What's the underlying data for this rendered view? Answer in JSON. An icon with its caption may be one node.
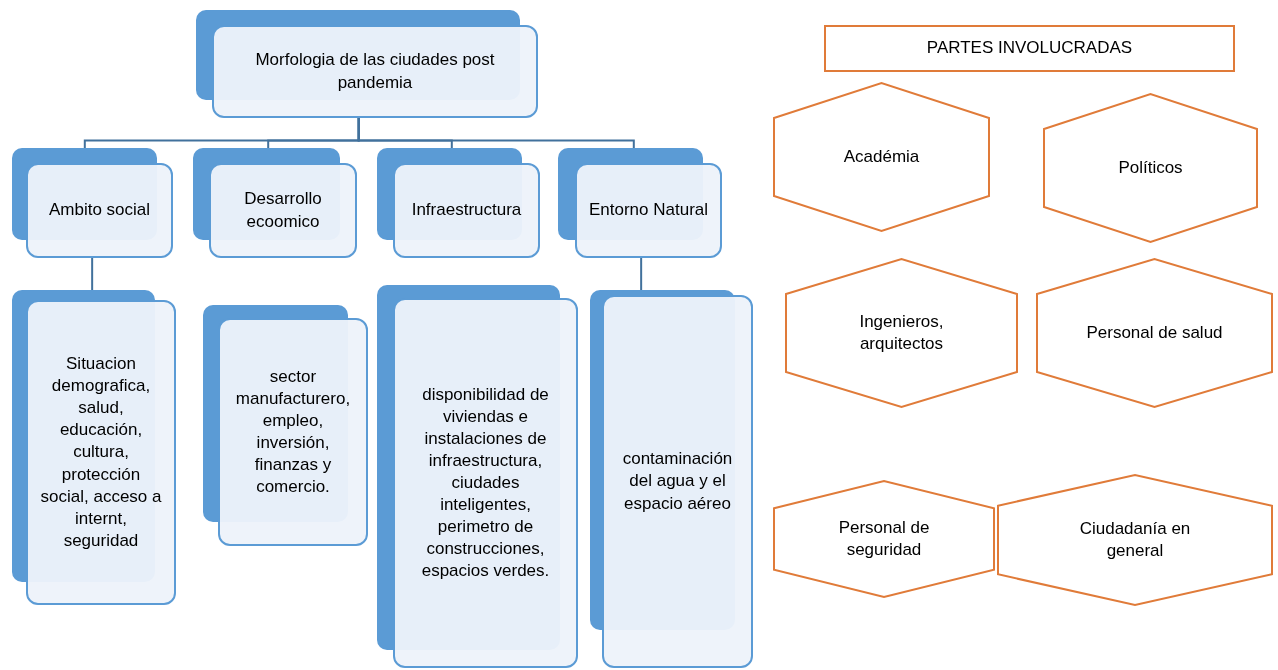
{
  "diagram": {
    "nodes": [
      {
        "text": [
          "Morfologia de las ciudades post pandemia"
        ]
      },
      {
        "text": [
          "Ambito social"
        ]
      },
      {
        "text": [
          "Desarrollo ecoomico"
        ]
      },
      {
        "text": [
          "Infraestructura"
        ]
      },
      {
        "text": [
          "Entorno Natural"
        ]
      },
      {
        "text": [
          "Situacion demografica, salud, educación, cultura, protección social, acceso a internt, seguridad"
        ]
      },
      {
        "text": [
          "sector manufacturero, empleo, inversión, finanzas y comercio."
        ]
      },
      {
        "text": [
          "disponibilidad de viviendas e instalaciones de infraestructura, ciudades inteligentes, perimetro de construcciones, espacios verdes."
        ]
      },
      {
        "text": [
          "contaminación del agua y el espacio aéreo"
        ]
      },
      {
        "text": [
          "PARTES INVOLUCRADAS"
        ]
      },
      {
        "text": [
          "Académia"
        ]
      },
      {
        "text": [
          "Políticos"
        ]
      },
      {
        "text": [
          "Ingenieros, arquitectos"
        ]
      },
      {
        "text": [
          "Personal de salud"
        ]
      },
      {
        "text": [
          "Personal de seguridad"
        ]
      },
      {
        "text": [
          "Ciudadanía en general"
        ]
      }
    ],
    "edges": [
      {
        "from": 0,
        "to": 1,
        "arrow": "none"
      },
      {
        "from": 0,
        "to": 2,
        "arrow": "none"
      },
      {
        "from": 0,
        "to": 3,
        "arrow": "none"
      },
      {
        "from": 0,
        "to": 4,
        "arrow": "none"
      },
      {
        "from": 1,
        "to": 5,
        "arrow": "none"
      },
      {
        "from": 4,
        "to": 8,
        "arrow": "none"
      }
    ]
  }
}
